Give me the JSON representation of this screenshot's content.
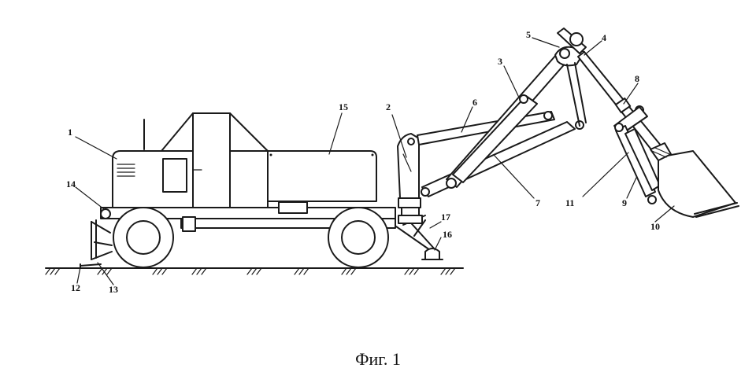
{
  "figure": {
    "caption": "Фиг. 1",
    "labels": {
      "n1": "1",
      "n2": "2",
      "n3": "3",
      "n4": "4",
      "n5": "5",
      "n6": "6",
      "n7": "7",
      "n8": "8",
      "n9": "9",
      "n10": "10",
      "n11": "11",
      "n12": "12",
      "n13": "13",
      "n14": "14",
      "n15": "15",
      "n16": "16",
      "n17": "17"
    }
  }
}
